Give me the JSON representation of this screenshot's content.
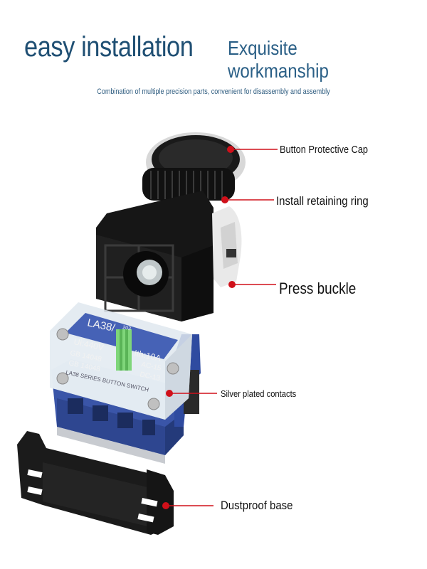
{
  "header": {
    "left_title": "easy installation",
    "right_title": "Exquisite workmanship",
    "subtitle": "Combination of multiple precision parts, convenient for disassembly and assembly"
  },
  "callouts": {
    "cap": "Button Protective Cap",
    "ring": "Install retaining ring",
    "buckle": "Press buckle",
    "contacts": "Silver plated contacts",
    "base": "Dustproof base"
  },
  "module_markings": {
    "model": "LA38/",
    "small": "203",
    "ui": "Ui:440V",
    "ith": "Ith:10A",
    "gb1": "GB 14048",
    "gb2": "GB 14048",
    "ac": "AC-15",
    "dc": "DC-13",
    "series": "LA38 SERIES BUTTON SWITCH"
  },
  "colors": {
    "heading": "#1f4f73",
    "leader_dot": "#d0101a",
    "module_blue": "#3a55a8"
  }
}
